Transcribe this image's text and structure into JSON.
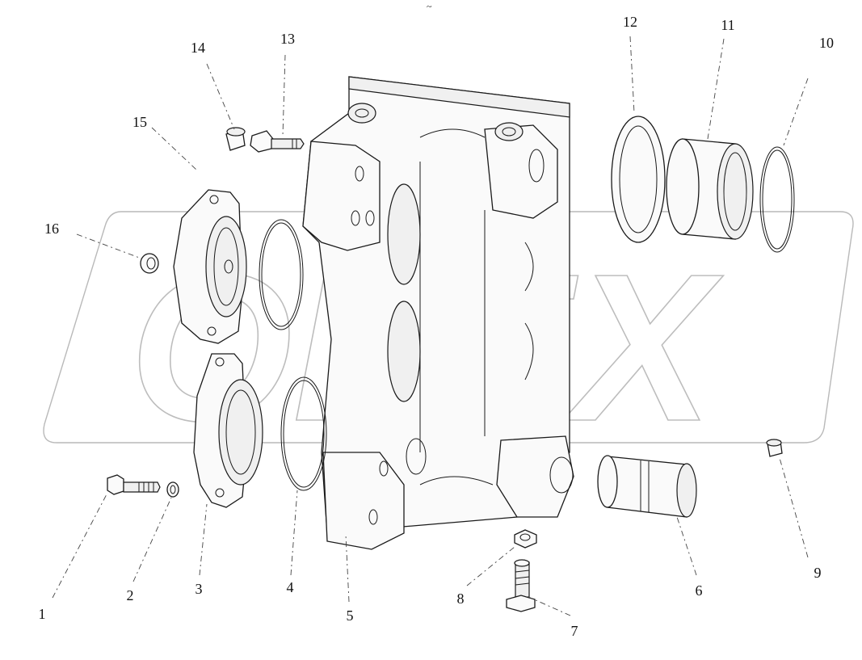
{
  "diagram": {
    "callouts": [
      "1",
      "2",
      "3",
      "4",
      "5",
      "6",
      "7",
      "8",
      "9",
      "10",
      "11",
      "12",
      "13",
      "14",
      "15",
      "16"
    ],
    "watermark": "OPEX",
    "top_mark": "~",
    "colors": {
      "line": "#1a1a1a",
      "watermark": "#b9b9b9",
      "background": "#ffffff"
    }
  }
}
